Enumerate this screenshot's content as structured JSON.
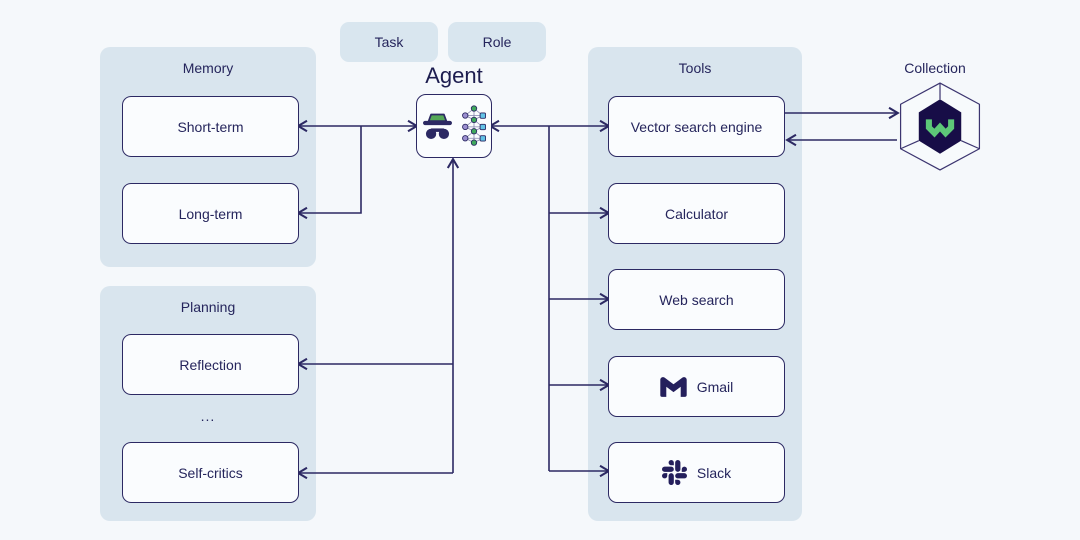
{
  "diagram": {
    "task_label": "Task",
    "role_label": "Role",
    "agent": {
      "label": "Agent",
      "icons": [
        "incognito-agent-icon",
        "neural-network-icon"
      ]
    },
    "memory": {
      "title": "Memory",
      "items": [
        {
          "label": "Short-term"
        },
        {
          "label": "Long-term"
        }
      ]
    },
    "planning": {
      "title": "Planning",
      "items": [
        {
          "label": "Reflection"
        },
        {
          "label": "Self-critics"
        }
      ],
      "ellipsis": "..."
    },
    "tools": {
      "title": "Tools",
      "items": [
        {
          "label": "Vector search engine"
        },
        {
          "label": "Calculator"
        },
        {
          "label": "Web search"
        },
        {
          "label": "Gmail",
          "icon": "gmail-icon"
        },
        {
          "label": "Slack",
          "icon": "slack-icon"
        }
      ]
    },
    "collection": {
      "label": "Collection",
      "icon": "weaviate-hexagon-icon"
    }
  },
  "colors": {
    "page_bg": "#f5f8fb",
    "panel_bg": "#d9e5ee",
    "node_bg": "#fafcfe",
    "stroke_navy": "#2c2963",
    "text_navy": "#25255c",
    "hat_green": "#54a757",
    "weaviate_green": "#5dc878",
    "weaviate_navy": "#170d47",
    "nn_purple": "#9b8fd0",
    "nn_green": "#3fa95c",
    "nn_cyan": "#63c3e6"
  }
}
